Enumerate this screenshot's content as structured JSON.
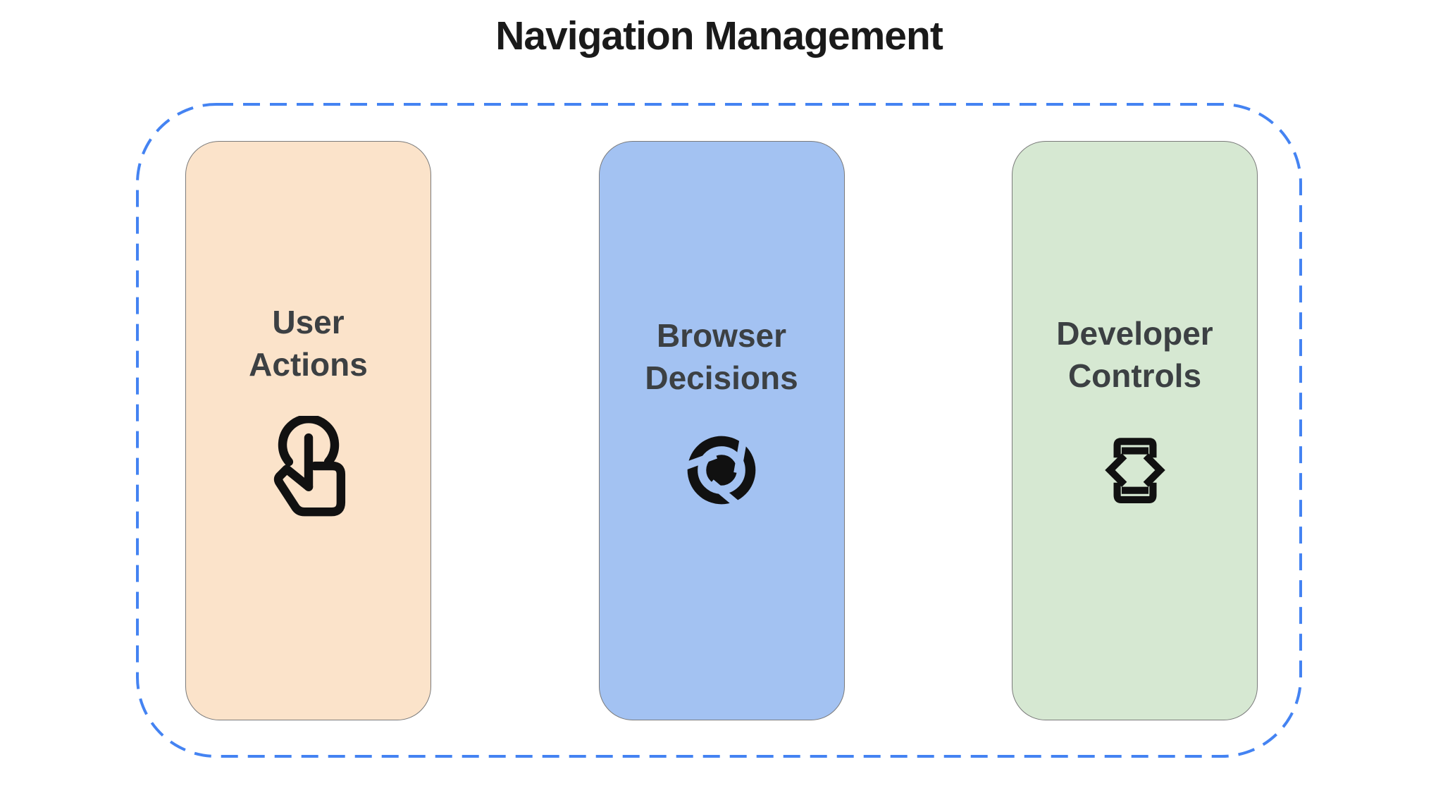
{
  "title": "Navigation Management",
  "colors": {
    "background": "#ffffff",
    "title-text": "#1a1a1a",
    "card-text": "#3c4043",
    "icon": "#111111",
    "dash-border": "#4483f2",
    "card-border": "#7a7a7a",
    "card-orange": "#fbe3ca",
    "card-blue": "#a3c2f2",
    "card-green": "#d6e8d2"
  },
  "cards": [
    {
      "label_lines": [
        "User",
        "Actions"
      ],
      "icon": "touch-gesture-icon",
      "color": "#fbe3ca"
    },
    {
      "label_lines": [
        "Browser",
        "Decisions"
      ],
      "icon": "chrome-browser-icon",
      "color": "#a3c2f2"
    },
    {
      "label_lines": [
        "Developer",
        "Controls"
      ],
      "icon": "developer-mode-icon",
      "color": "#d6e8d2"
    }
  ]
}
